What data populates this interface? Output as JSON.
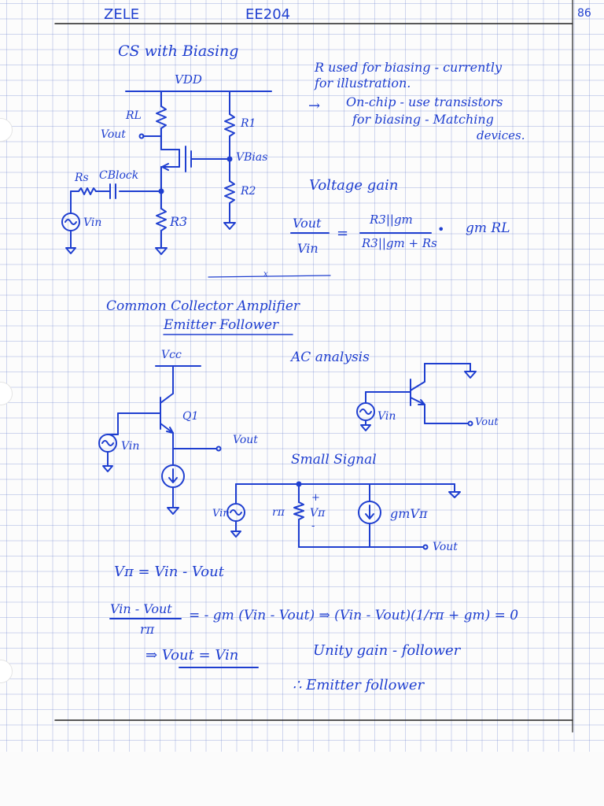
{
  "header": {
    "left_label": "ZELE",
    "center_label": "EE204",
    "page_number": "86"
  },
  "section1": {
    "title": "CS with Biasing",
    "labels": {
      "vdd": "VDD",
      "rl": "RL",
      "r1": "R1",
      "vout": "Vout",
      "vbias": "VBias",
      "rs": "Rs",
      "cblock": "CBlock",
      "r2": "R2",
      "vin": "Vin",
      "r3": "R3"
    },
    "notes": [
      "R used for biasing - currently",
      "for illustration.",
      "→",
      "On-chip - use transistors",
      "for biasing - Matching",
      "devices."
    ],
    "voltage_gain_title": "Voltage gain",
    "gain_lhs_num": "Vout",
    "gain_lhs_den": "Vin",
    "gain_eq": "=",
    "gain_rhs_num": "R3||gm",
    "gain_rhs_den": "R3||gm + Rs",
    "gain_mult": "•",
    "gain_factor": "gm RL",
    "divider_mark": "x"
  },
  "section2": {
    "title": "Common Collector Amplifier",
    "subtitle": "Emitter Follower",
    "vcc": "Vcc",
    "q1": "Q1",
    "vin": "Vin",
    "vout": "Vout",
    "ac_title": "AC analysis",
    "ac_vin": "Vin",
    "ac_vout": "Vout",
    "ss_title": "Small Signal",
    "ss_vin": "Vin",
    "ss_rpi": "rπ",
    "ss_vpi": "Vπ",
    "ss_plus": "+",
    "ss_minus": "-",
    "ss_gm": "gmVπ",
    "ss_vout": "Vout"
  },
  "equations": {
    "eq1": "Vπ = Vin - Vout",
    "eq2_num": "Vin - Vout",
    "eq2_den": "rπ",
    "eq2_rhs": "= - gm (Vin - Vout)  ⇒  (Vin - Vout)(1/rπ + gm) = 0",
    "eq3": "⇒  Vout = Vin",
    "eq3_note": "Unity gain - follower",
    "eq4": "∴ Emitter follower"
  },
  "colors": {
    "ink": "#1f3fd0",
    "grid": "#8fa0dc",
    "paper": "#fcfcfc"
  }
}
